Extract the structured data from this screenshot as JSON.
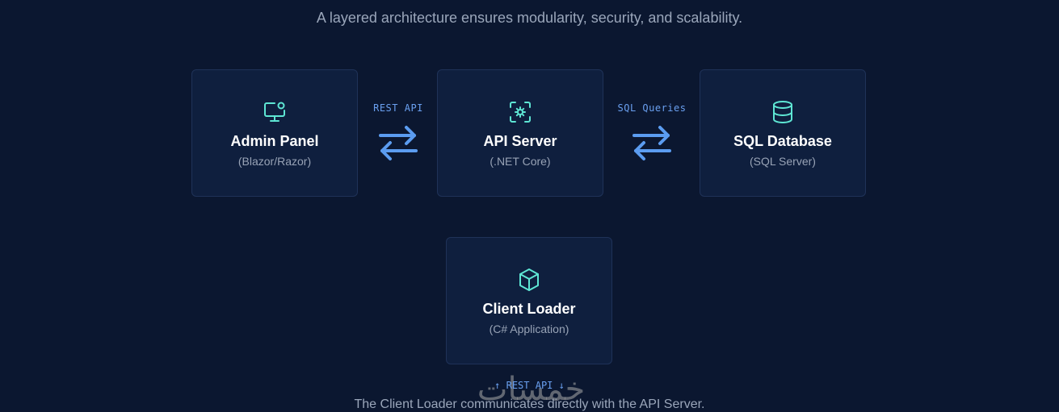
{
  "subtitle": "A layered architecture ensures modularity, security, and scalability.",
  "accent_color": "#5ee6d4",
  "arrow_color": "#5b9cf0",
  "nodes": [
    {
      "title": "Admin Panel",
      "sub": "(Blazor/Razor)",
      "icon": "monitor-icon"
    },
    {
      "title": "API Server",
      "sub": "(.NET Core)",
      "icon": "server-gear-icon"
    },
    {
      "title": "SQL Database",
      "sub": "(SQL Server)",
      "icon": "database-icon"
    },
    {
      "title": "Client Loader",
      "sub": "(C# Application)",
      "icon": "cube-icon"
    }
  ],
  "connections": {
    "admin_api": "REST API",
    "api_db": "SQL Queries",
    "client_api": "↑ REST API ↓"
  },
  "footer_note": "The Client Loader communicates directly with the API Server.",
  "watermark": "خمسات"
}
